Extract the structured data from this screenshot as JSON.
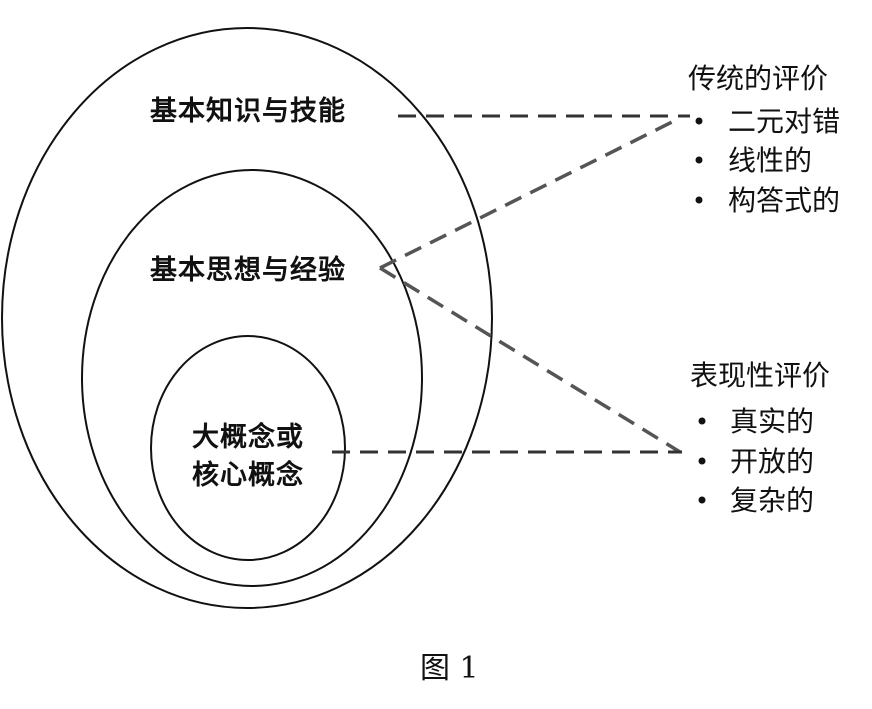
{
  "circles": {
    "outer_label": "基本知识与技能",
    "middle_label": "基本思想与经验",
    "inner_label_line1": "大概念或",
    "inner_label_line2": "核心概念"
  },
  "evaluations": {
    "traditional": {
      "title": "传统的评价",
      "items": [
        "二元对错",
        "线性的",
        "构答式的"
      ]
    },
    "performance": {
      "title": "表现性评价",
      "items": [
        "真实的",
        "开放的",
        "复杂的"
      ]
    }
  },
  "caption": "图 1",
  "colors": {
    "line": "#111111",
    "dash_dark": "#333333",
    "dash_mid": "#555555",
    "dash_light": "#aaaaaa"
  }
}
